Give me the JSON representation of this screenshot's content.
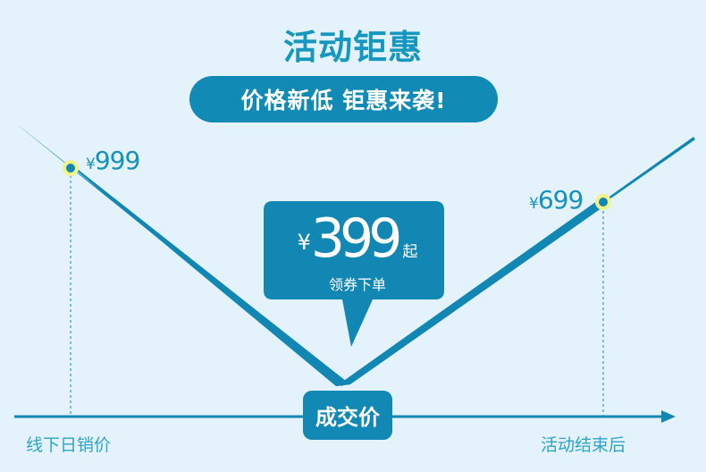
{
  "header": {
    "title": "活动钜惠",
    "subtitle": "价格新低 钜惠来袭!"
  },
  "prices": {
    "offline": {
      "currency": "¥",
      "amount": "999"
    },
    "after": {
      "currency": "¥",
      "amount": "699"
    }
  },
  "deal_bubble": {
    "currency": "¥",
    "amount": "399",
    "suffix": "起",
    "note": "领券下单"
  },
  "deal_label": "成交价",
  "axis": {
    "left_label": "线下日销价",
    "right_label": "活动结束后"
  },
  "colors": {
    "background": "#e4f3fb",
    "primary": "#1287b4",
    "accent_text": "#1691bd",
    "marker_glow": "#eef38a"
  }
}
